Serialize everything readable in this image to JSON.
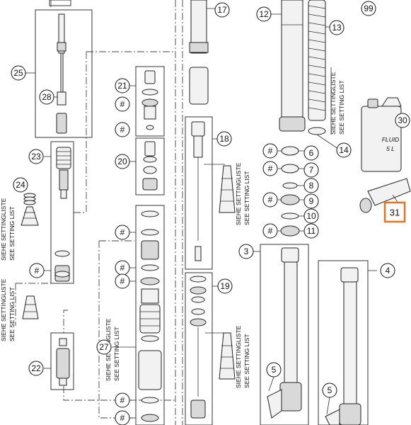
{
  "callouts": {
    "p3": "3",
    "p4": "4",
    "p5a": "5",
    "p5b": "5",
    "p6": "6",
    "p7": "7",
    "p8": "8",
    "p9": "9",
    "p10": "10",
    "p11": "11",
    "p12": "12",
    "p13": "13",
    "p14": "14",
    "p17": "17",
    "p18": "18",
    "p19": "19",
    "p20": "20",
    "p21": "21",
    "p22": "22",
    "p23": "23",
    "p24": "24",
    "p25": "25",
    "p27": "27",
    "p28": "28",
    "p30": "30",
    "p31": "31",
    "p99": "99"
  },
  "hash_symbol": "#",
  "setting_list": {
    "de": "SIEHE SETTINGLISTE",
    "en": "SEE SETTING LIST"
  },
  "oil_can_label": {
    "line1": "FLUID",
    "line2": "5 L"
  },
  "highlight_color": "#e8731c"
}
